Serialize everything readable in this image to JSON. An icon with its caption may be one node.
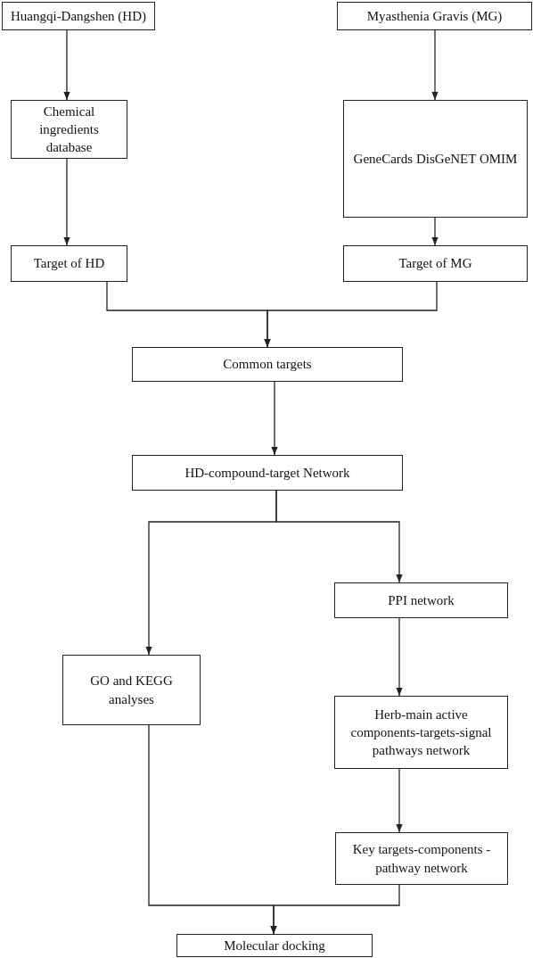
{
  "diagram": {
    "nodes": [
      {
        "text": [
          "Huangqi-Dangshen (HD)"
        ]
      },
      {
        "text": [
          "Myasthenia Gravis (MG)"
        ]
      },
      {
        "text": [
          "Chemical ingredients database"
        ]
      },
      {
        "text": [
          "GeneCards DisGeNET OMIM"
        ]
      },
      {
        "text": [
          "Target of HD"
        ]
      },
      {
        "text": [
          "Target of MG"
        ]
      },
      {
        "text": [
          "Common targets"
        ]
      },
      {
        "text": [
          "HD-compound-target Network"
        ]
      },
      {
        "text": [
          "PPI network"
        ]
      },
      {
        "text": [
          "GO and KEGG analyses"
        ]
      },
      {
        "text": [
          "Herb-main active components-targets-signal pathways network"
        ]
      },
      {
        "text": [
          "Key targets-components -pathway network"
        ]
      },
      {
        "text": [
          "Molecular docking"
        ]
      }
    ],
    "edges": [
      {
        "from": 0,
        "to": 2,
        "arrow": "to"
      },
      {
        "from": 2,
        "to": 4,
        "arrow": "to"
      },
      {
        "from": 1,
        "to": 3,
        "arrow": "to"
      },
      {
        "from": 3,
        "to": 5,
        "arrow": "to"
      },
      {
        "from": 4,
        "to": 6,
        "arrow": "to"
      },
      {
        "from": 5,
        "to": 6,
        "arrow": "to"
      },
      {
        "from": 6,
        "to": 7,
        "arrow": "to"
      },
      {
        "from": 7,
        "to": 9,
        "arrow": "to"
      },
      {
        "from": 7,
        "to": 8,
        "arrow": "to"
      },
      {
        "from": 8,
        "to": 10,
        "arrow": "to"
      },
      {
        "from": 10,
        "to": 11,
        "arrow": "to"
      },
      {
        "from": 9,
        "to": 12,
        "arrow": "to"
      },
      {
        "from": 11,
        "to": 12,
        "arrow": "to"
      }
    ]
  }
}
